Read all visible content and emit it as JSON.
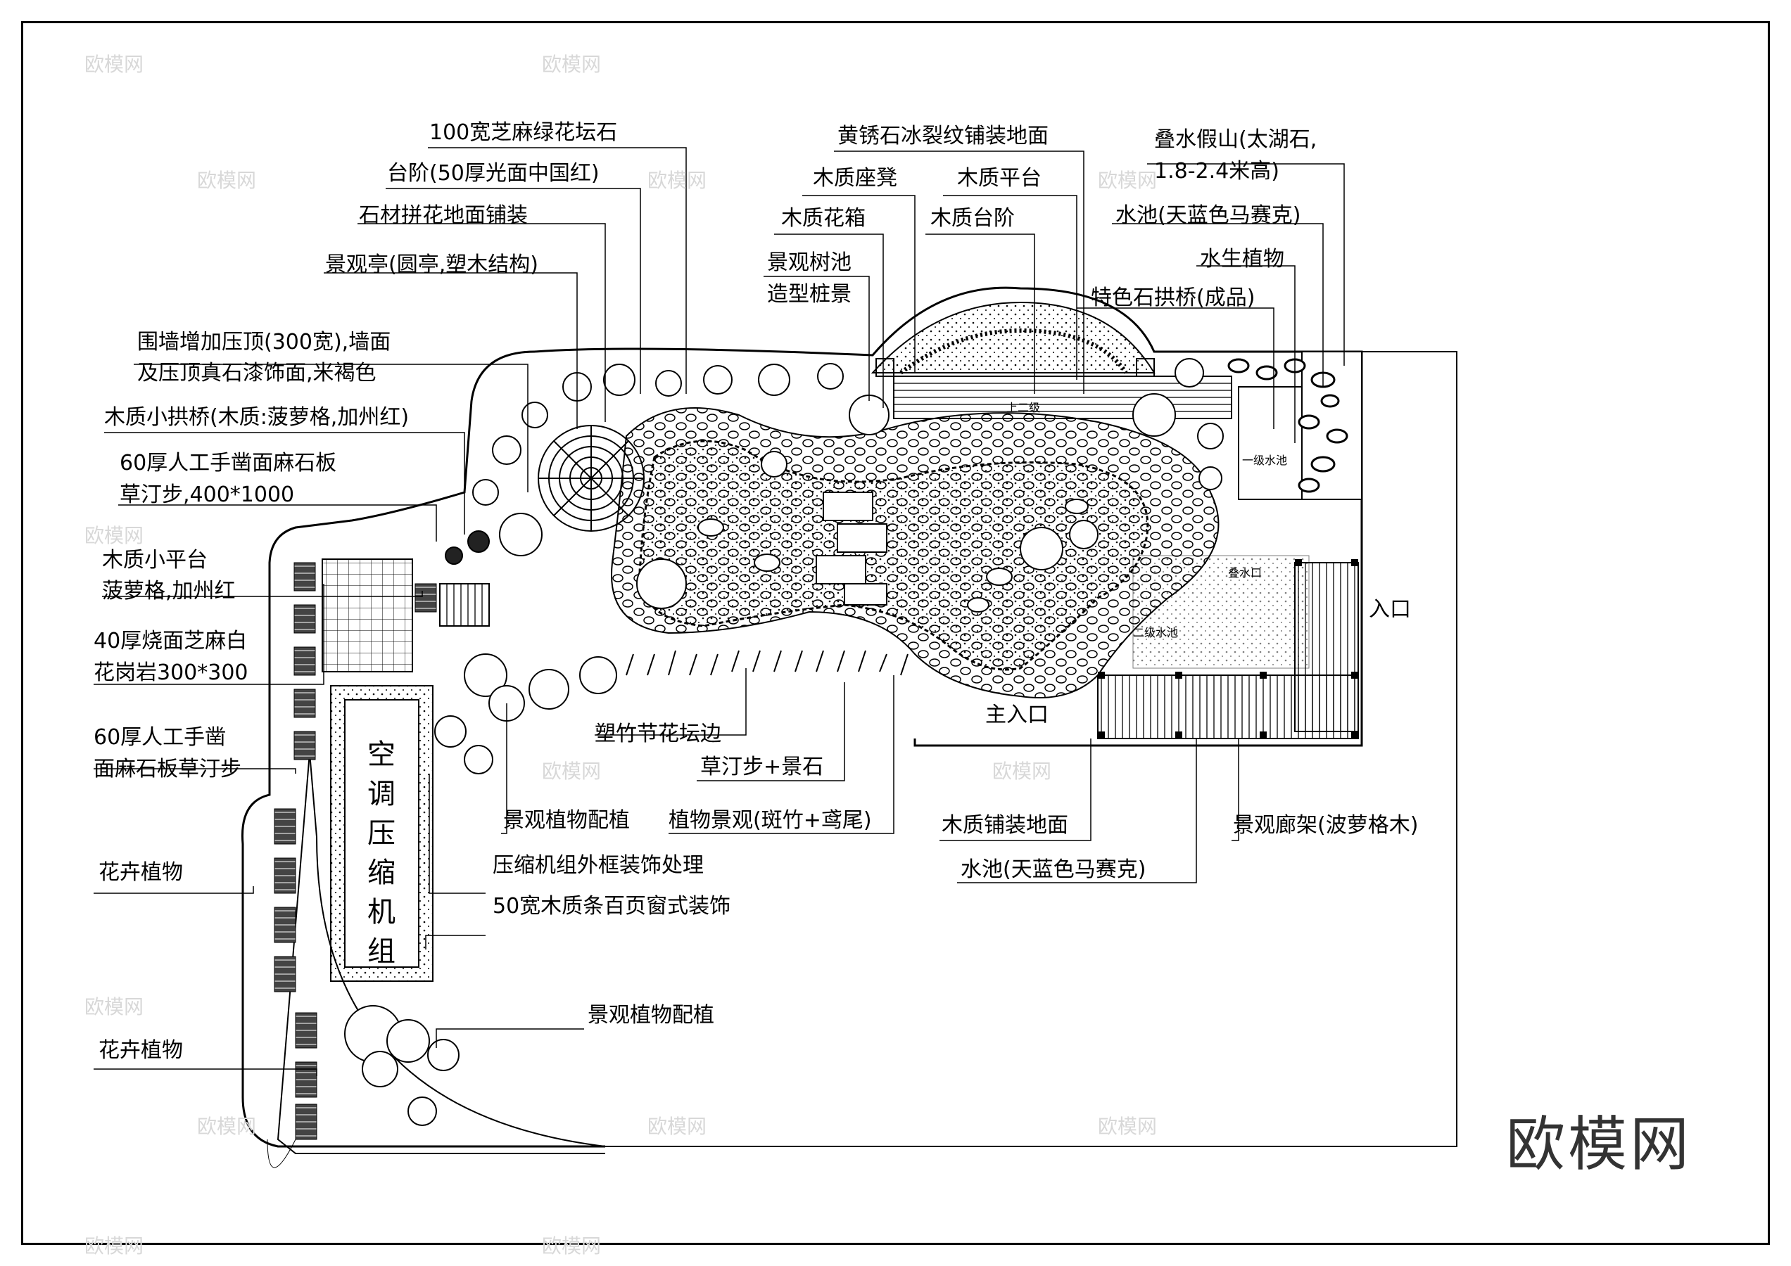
{
  "brand": "欧模网",
  "watermark": "欧模网",
  "labels": {
    "l01": "100宽芝麻绿花坛石",
    "l02": "台阶(50厚光面中国红)",
    "l03": "石材拼花地面铺装",
    "l04": "景观亭(圆亭,塑木结构)",
    "l05a": "围墙增加压顶(300宽),墙面",
    "l05b": "及压顶真石漆饰面,米褐色",
    "l06": "木质小拱桥(木质:菠萝格,加州红)",
    "l07a": "60厚人工手凿面麻石板",
    "l07b": "草汀步,400*1000",
    "l08a": "木质小平台",
    "l08b": "菠萝格,加州红",
    "l09a": "40厚烧面芝麻白",
    "l09b": "花岗岩300*300",
    "l10a": "60厚人工手凿",
    "l10b": "面麻石板草汀步",
    "l11": "花卉植物",
    "l12": "花卉植物",
    "l13": "黄锈石冰裂纹铺装地面",
    "l14": "木质座凳",
    "l15": "木质平台",
    "l16": "木质花箱",
    "l17": "木质台阶",
    "l18a": "景观树池",
    "l18b": "造型桩景",
    "l19a": "叠水假山(太湖石,",
    "l19b": "1.8-2.4米高)",
    "l20": "水池(天蓝色马赛克)",
    "l21": "水生植物",
    "l22": "特色石拱桥(成品)",
    "l23": "入口",
    "l24": "主入口",
    "l25": "塑竹节花坛边",
    "l26": "草汀步+景石",
    "l27": "景观植物配植",
    "l28": "植物景观(斑竹+鸢尾)",
    "l29": "木质铺装地面",
    "l30": "水池(天蓝色马赛克)",
    "l31": "景观廊架(波萝格木)",
    "l32": "压缩机组外框装饰处理",
    "l33": "50宽木质条百页窗式装饰",
    "l34": "景观植物配植",
    "l35": "空调压缩机组"
  },
  "small_marks": {
    "up": "上二级",
    "pool1": "一级水池",
    "pool2": "二级水池",
    "pool3": "叠水口"
  }
}
